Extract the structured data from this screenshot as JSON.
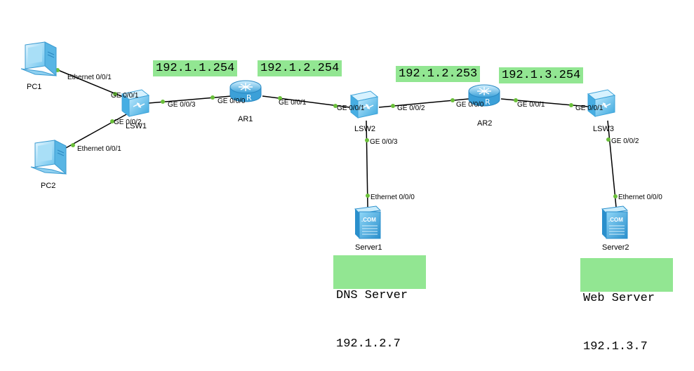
{
  "devices": {
    "pc1": "PC1",
    "pc2": "PC2",
    "lsw1": "LSW1",
    "ar1": "AR1",
    "lsw2": "LSW2",
    "ar2": "AR2",
    "lsw3": "LSW3",
    "server1": "Server1",
    "server2": "Server2"
  },
  "ports": {
    "pc1_eth": "Ethernet 0/0/1",
    "lsw1_ge001": "GE 0/0/1",
    "pc2_eth": "Ethernet 0/0/1",
    "lsw1_ge002": "GE 0/0/2",
    "lsw1_ge003": "GE 0/0/3",
    "ar1_ge000": "GE 0/0/0",
    "ar1_ge001": "GE 0/0/1",
    "lsw2_ge001": "GE 0/0/1",
    "lsw2_ge002": "GE 0/0/2",
    "lsw2_ge003": "GE 0/0/3",
    "ar2_ge000": "GE 0/0/0",
    "ar2_ge001": "GE 0/0/1",
    "lsw3_ge001": "GE 0/0/1",
    "lsw3_ge002": "GE 0/0/2",
    "server1_eth": "Ethernet 0/0/0",
    "server2_eth": "Ethernet 0/0/0"
  },
  "icon_text": {
    "server_com": ".COM"
  },
  "notes": {
    "ar1_left_ip": "192.1.1.254",
    "ar1_right_ip": "192.1.2.254",
    "ar2_left_ip": "192.1.2.253",
    "ar2_right_ip": "192.1.3.254",
    "dns_server_title": "DNS Server",
    "dns_server_ip": "192.1.2.7",
    "web_server_title": "Web Server",
    "web_server_ip": "192.1.3.7"
  },
  "colors": {
    "note_bg": "#92e692",
    "port_dot": "#6abf3a",
    "device_blue": "#4fb8e8"
  }
}
